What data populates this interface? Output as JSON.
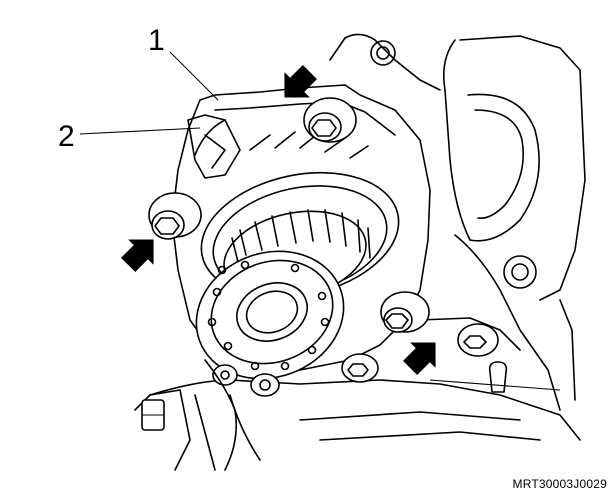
{
  "callouts": [
    {
      "number": "1",
      "part": "callout-1"
    },
    {
      "number": "2",
      "part": "callout-2"
    }
  ],
  "figure_id": "MRT30003J0029",
  "arrow_count": 3,
  "colors": {
    "line": "#000000",
    "background": "#ffffff"
  }
}
